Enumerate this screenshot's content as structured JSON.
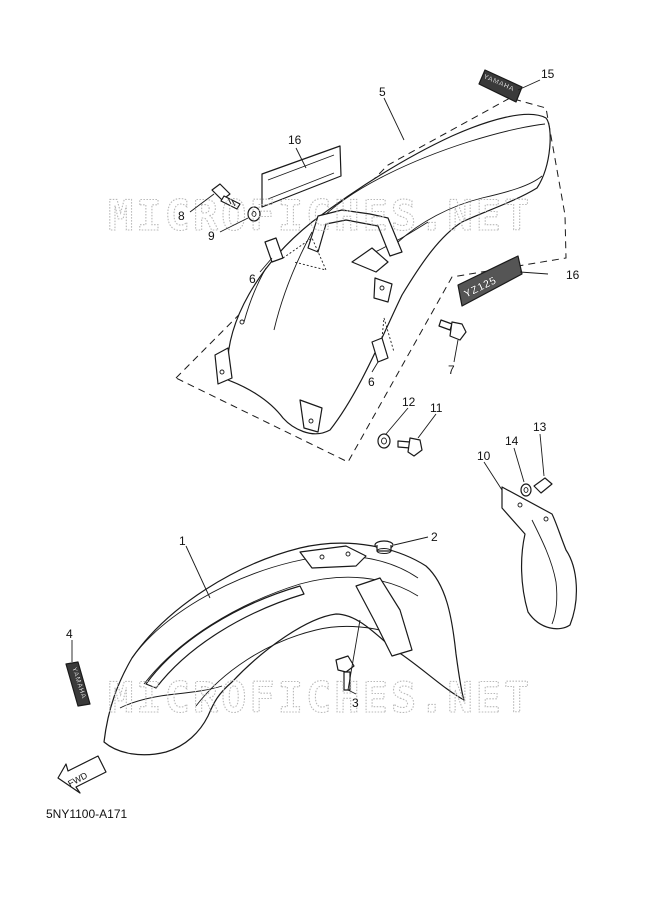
{
  "callouts": {
    "c1": "1",
    "c2": "2",
    "c3": "3",
    "c4": "4",
    "c5": "5",
    "c6a": "6",
    "c6b": "6",
    "c7": "7",
    "c8": "8",
    "c9": "9",
    "c10": "10",
    "c11": "11",
    "c12": "12",
    "c13": "13",
    "c14": "14",
    "c15": "15",
    "c16a": "16",
    "c16b": "16"
  },
  "decals": {
    "yamaha_front": "YAMAHA",
    "yamaha_rear": "YAMAHA",
    "model_badge": "YZ125"
  },
  "fwd_label": "FWD",
  "watermark": "MICROFICHES.NET",
  "diagram_code": "5NY1100-A171"
}
